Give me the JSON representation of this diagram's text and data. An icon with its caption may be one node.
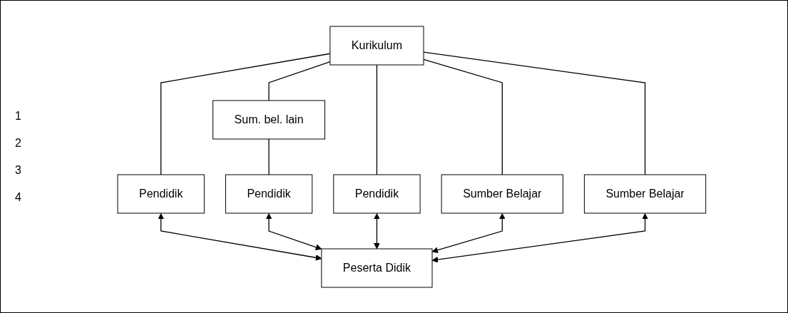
{
  "diagram": {
    "nodes": [
      {
        "text": [
          "Kurikulum"
        ]
      },
      {
        "text": [
          "Pendidik"
        ]
      },
      {
        "text": [
          "Sum. bel. lain"
        ]
      },
      {
        "text": [
          "Pendidik"
        ]
      },
      {
        "text": [
          "Pendidik"
        ]
      },
      {
        "text": [
          "Sumber Belajar"
        ]
      },
      {
        "text": [
          "Sumber Belajar"
        ]
      },
      {
        "text": [
          "Peserta Didik"
        ]
      }
    ],
    "edges": [
      {
        "from": 0,
        "to": 1,
        "arrow": "none"
      },
      {
        "from": 0,
        "to": 2,
        "arrow": "none"
      },
      {
        "from": 2,
        "to": 3,
        "arrow": "none"
      },
      {
        "from": 0,
        "to": 4,
        "arrow": "none"
      },
      {
        "from": 0,
        "to": 5,
        "arrow": "none"
      },
      {
        "from": 0,
        "to": 6,
        "arrow": "none"
      },
      {
        "from": 1,
        "to": 7,
        "arrow": "both"
      },
      {
        "from": 3,
        "to": 7,
        "arrow": "both"
      },
      {
        "from": 4,
        "to": 7,
        "arrow": "both"
      },
      {
        "from": 5,
        "to": 7,
        "arrow": "both"
      },
      {
        "from": 6,
        "to": 7,
        "arrow": "both"
      }
    ],
    "labels": [
      "1",
      "2",
      "3",
      "4"
    ]
  }
}
